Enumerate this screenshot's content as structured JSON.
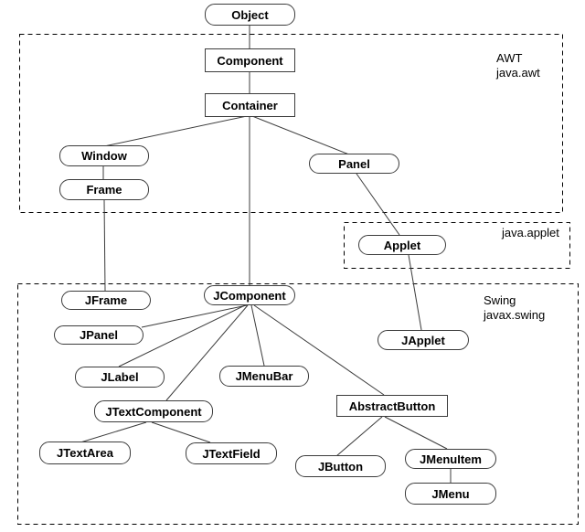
{
  "diagram": {
    "description": "Class hierarchy diagram of Java AWT and Swing GUI classes",
    "regions": {
      "awt": {
        "label": "AWT",
        "package": "java.awt"
      },
      "applet": {
        "package": "java.applet"
      },
      "swing": {
        "label": "Swing",
        "package": "javax.swing"
      }
    },
    "nodes": {
      "object": {
        "label": "Object",
        "shape": "rounded"
      },
      "component": {
        "label": "Component",
        "shape": "rect"
      },
      "container": {
        "label": "Container",
        "shape": "rect"
      },
      "window": {
        "label": "Window",
        "shape": "rounded"
      },
      "frame": {
        "label": "Frame",
        "shape": "rounded"
      },
      "panel": {
        "label": "Panel",
        "shape": "rounded"
      },
      "applet": {
        "label": "Applet",
        "shape": "rounded"
      },
      "jframe": {
        "label": "JFrame",
        "shape": "rounded"
      },
      "jcomponent": {
        "label": "JComponent",
        "shape": "rounded"
      },
      "jpanel": {
        "label": "JPanel",
        "shape": "rounded"
      },
      "japplet": {
        "label": "JApplet",
        "shape": "rounded"
      },
      "jlabel": {
        "label": "JLabel",
        "shape": "rounded"
      },
      "jmenubar": {
        "label": "JMenuBar",
        "shape": "rounded"
      },
      "jtextcomponent": {
        "label": "JTextComponent",
        "shape": "rounded"
      },
      "abstractbutton": {
        "label": "AbstractButton",
        "shape": "rect"
      },
      "jtextarea": {
        "label": "JTextArea",
        "shape": "rounded"
      },
      "jtextfield": {
        "label": "JTextField",
        "shape": "rounded"
      },
      "jbutton": {
        "label": "JButton",
        "shape": "rounded"
      },
      "jmenuitem": {
        "label": "JMenuItem",
        "shape": "rounded"
      },
      "jmenu": {
        "label": "JMenu",
        "shape": "rounded"
      }
    },
    "edges": [
      {
        "from": "Object",
        "to": "Component"
      },
      {
        "from": "Component",
        "to": "Container"
      },
      {
        "from": "Container",
        "to": "Window"
      },
      {
        "from": "Container",
        "to": "JComponent"
      },
      {
        "from": "Container",
        "to": "Panel"
      },
      {
        "from": "Window",
        "to": "Frame"
      },
      {
        "from": "Frame",
        "to": "JFrame"
      },
      {
        "from": "Panel",
        "to": "Applet"
      },
      {
        "from": "Applet",
        "to": "JApplet"
      },
      {
        "from": "JComponent",
        "to": "JPanel"
      },
      {
        "from": "JComponent",
        "to": "JLabel"
      },
      {
        "from": "JComponent",
        "to": "JTextComponent"
      },
      {
        "from": "JComponent",
        "to": "JMenuBar"
      },
      {
        "from": "JComponent",
        "to": "AbstractButton"
      },
      {
        "from": "JTextComponent",
        "to": "JTextArea"
      },
      {
        "from": "JTextComponent",
        "to": "JTextField"
      },
      {
        "from": "AbstractButton",
        "to": "JButton"
      },
      {
        "from": "AbstractButton",
        "to": "JMenuItem"
      },
      {
        "from": "JMenuItem",
        "to": "JMenu"
      }
    ],
    "colors": {
      "line": "#3c3c3c",
      "border": "#3c3c3c",
      "dash": "#000000",
      "background": "#ffffff"
    }
  }
}
